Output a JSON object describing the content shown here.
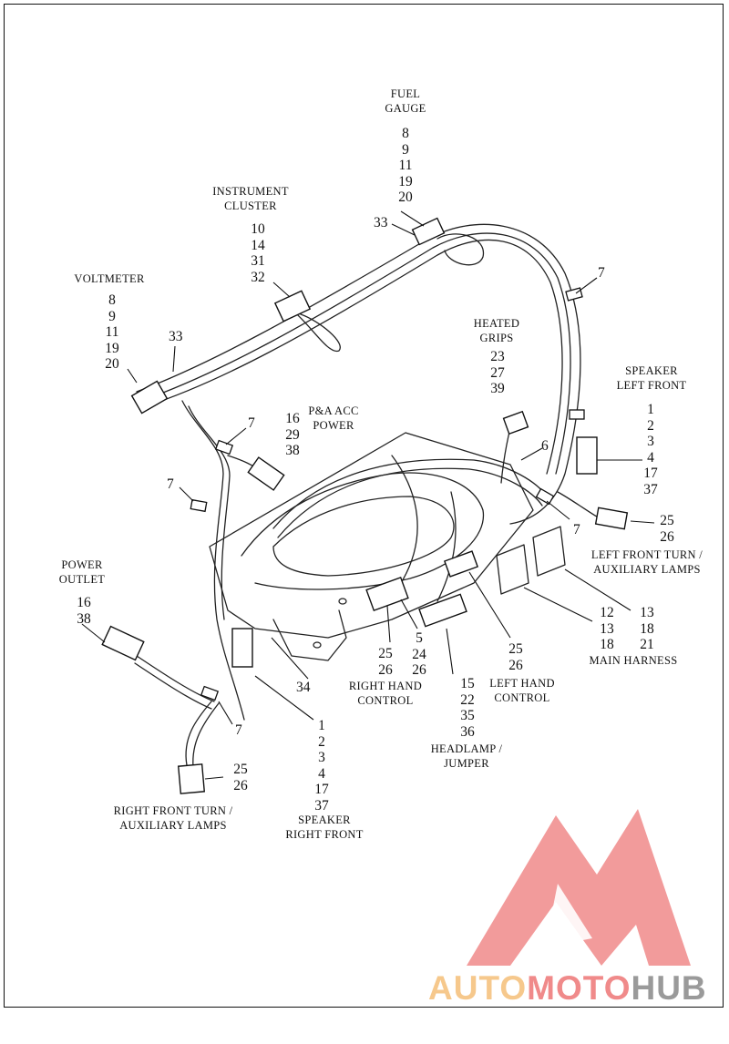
{
  "labels": {
    "fuel_gauge": {
      "title": "FUEL\nGAUGE",
      "parts": "8\n9\n11\n19\n20"
    },
    "instrument_cluster": {
      "title": "INSTRUMENT\nCLUSTER",
      "parts": "10\n14\n31\n32"
    },
    "voltmeter": {
      "title": "VOLTMETER",
      "parts": "8\n9\n11\n19\n20"
    },
    "heated_grips": {
      "title": "HEATED\nGRIPS",
      "parts": "23\n27\n39"
    },
    "speaker_left_front": {
      "title": "SPEAKER\nLEFT FRONT",
      "parts": "1\n2\n3\n4\n17\n37"
    },
    "pa_acc_power": {
      "title": "P&A ACC\nPOWER",
      "parts": "16\n29\n38"
    },
    "power_outlet": {
      "title": "POWER\nOUTLET",
      "parts": "16\n38"
    },
    "left_front_turn": {
      "title": "LEFT FRONT TURN /\nAUXILIARY LAMPS",
      "parts": "25\n26"
    },
    "main_harness": {
      "title": "MAIN HARNESS",
      "parts_a": "12\n13\n18",
      "parts_b": "13\n18\n21"
    },
    "right_hand_control": {
      "title": "RIGHT HAND\nCONTROL",
      "parts": "25\n26"
    },
    "right_hand_control_extra": {
      "parts": "5\n24\n26"
    },
    "left_hand_control": {
      "title": "LEFT HAND\nCONTROL",
      "parts": "25\n26"
    },
    "headlamp_jumper": {
      "title": "HEADLAMP /\nJUMPER",
      "parts": "15\n22\n35\n36"
    },
    "speaker_right_front": {
      "title": "SPEAKER\nRIGHT FRONT",
      "parts": "1\n2\n3\n4\n17\n37"
    },
    "right_front_turn": {
      "title": "RIGHT FRONT TURN /\nAUXILIARY LAMPS",
      "parts": "25\n26"
    }
  },
  "callouts": {
    "c33_top": "33",
    "c33_left": "33",
    "c7_top_right": "7",
    "c7_mid": "7",
    "c7_left": "7",
    "c7_right_low": "7",
    "c7_bottom": "7",
    "c6": "6",
    "c34": "34"
  },
  "logo": {
    "part1": "AUTO",
    "part2": "MOTO",
    "part3": "HUB",
    "colors": {
      "auto": "#f6c88c",
      "moto": "#f08a8a",
      "hub": "#9a9a9a",
      "triangle": "#f08a8a"
    }
  }
}
